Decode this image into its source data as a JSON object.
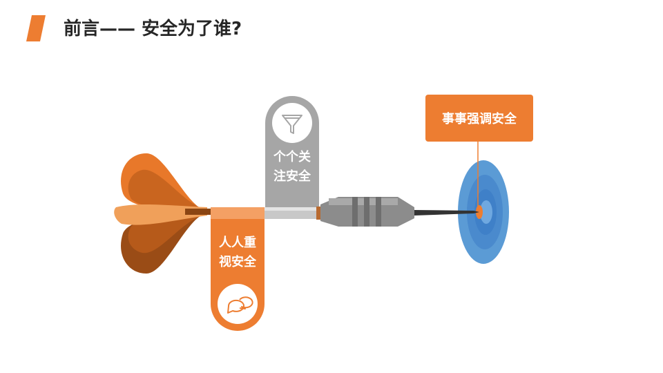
{
  "header": {
    "title": "前言—— 安全为了谁?",
    "accent_color": "#ED7D31"
  },
  "labels": {
    "grey_tab_line1": "个个关",
    "grey_tab_line2": "注安全",
    "orange_tab_line1": "人人重",
    "orange_tab_line2": "视安全",
    "target_label": "事事强调安全"
  },
  "icons": {
    "grey_tab_icon": "funnel-icon",
    "orange_tab_icon": "chat-bubbles-icon"
  },
  "colors": {
    "orange": "#ED7D31",
    "dark_orange": "#B65A1A",
    "grey": "#A6A6A6",
    "target_blue": "#3F8FD6",
    "target_light_blue": "#6FA8E0"
  }
}
